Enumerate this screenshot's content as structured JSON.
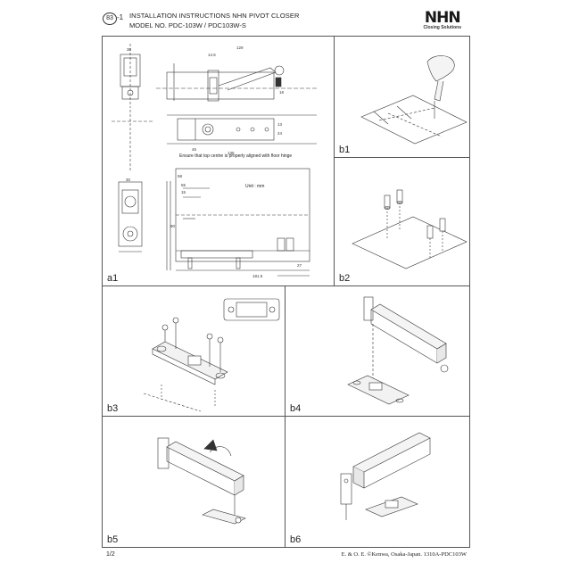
{
  "header": {
    "page_number": "83",
    "page_suffix": "-1",
    "title_line1": "INSTALLATION INSTRUCTIONS NHN PIVOT CLOSER",
    "title_line2": "MODEL NO. PDC-103W / PDC103W-S",
    "logo_text": "NHN",
    "logo_subtitle": "Closing Solutions"
  },
  "panels": {
    "a1": {
      "label": "a1",
      "note": "Ensure that top centre is properly aligned with floor hinge",
      "unit": "Unit : mm",
      "dims": {
        "d30": "30",
        "d129": "129",
        "d14": "14.5",
        "d45": "45",
        "d135": "135",
        "d13": "13",
        "d18": "18",
        "d24": "24",
        "d55": "55",
        "d58": "58",
        "d15": "15",
        "d90": "90",
        "d181": "181.5",
        "d27": "27",
        "d30b": "30"
      }
    },
    "b1": {
      "label": "b1"
    },
    "b2": {
      "label": "b2"
    },
    "b3": {
      "label": "b3"
    },
    "b4": {
      "label": "b4"
    },
    "b5": {
      "label": "b5"
    },
    "b6": {
      "label": "b6"
    }
  },
  "footer": {
    "page": "1/2",
    "credit": "E. & O. E.  ©Kenwa, Osaka-Japan. 1310A-PDC103W"
  }
}
